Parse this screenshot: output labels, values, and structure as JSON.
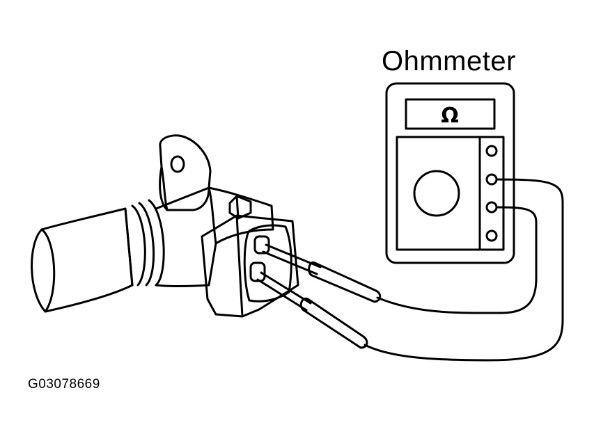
{
  "diagram": {
    "meter_label": "Ohmmeter",
    "meter_display_symbol": "Ω",
    "figure_code": "G03078669"
  },
  "colors": {
    "ink": "#000000",
    "paper": "#ffffff"
  }
}
